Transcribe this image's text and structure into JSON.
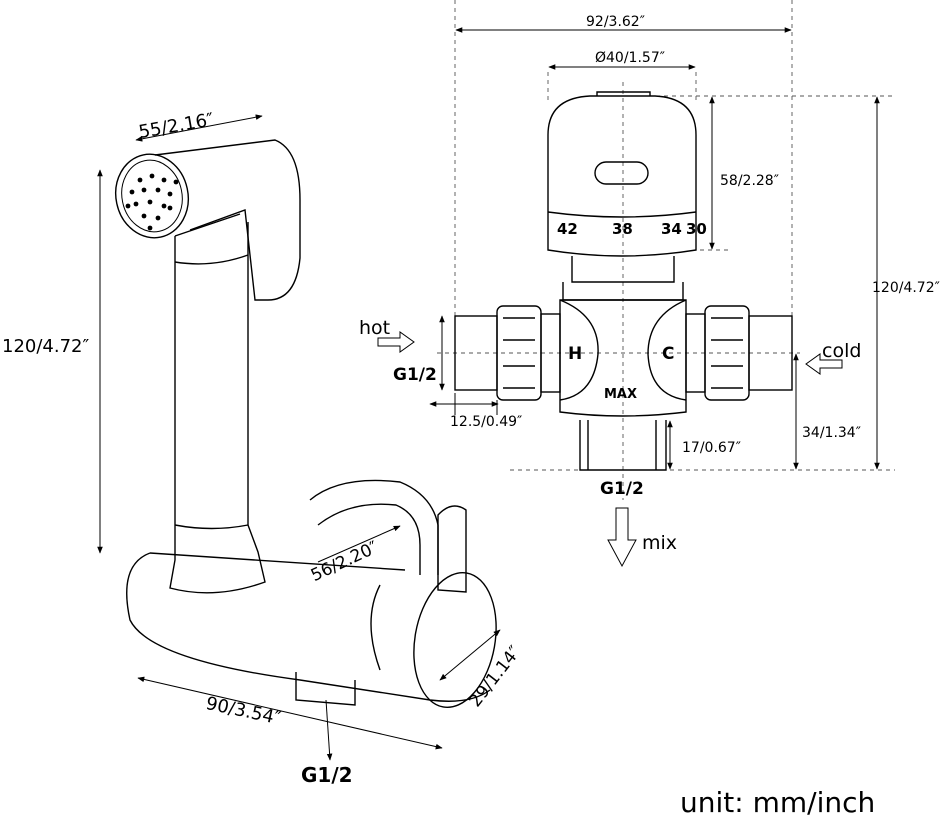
{
  "sprayer": {
    "head_length": "55/2.16″",
    "total_height": "120/4.72″",
    "knob_diameter": "56/2.20″",
    "body_diameter": "29/1.14″",
    "body_length": "90/3.54″",
    "inlet_thread": "G1/2"
  },
  "valve": {
    "total_width": "92/3.62″",
    "cap_diameter": "Ø40/1.57″",
    "cap_height": "58/2.28″",
    "total_height": "120/4.72″",
    "outlet_height": "17/0.67″",
    "side_height": "34/1.34″",
    "port_length": "12.5/0.49″",
    "port_thread": "G1/2",
    "outlet_thread": "G1/2",
    "temps": [
      "42",
      "38",
      "34",
      "30"
    ],
    "hot_mark": "H",
    "cold_mark": "C",
    "max_mark": "MAX",
    "hot_label": "hot",
    "cold_label": "cold",
    "mix_label": "mix"
  },
  "unit_label": "unit: mm/inch"
}
